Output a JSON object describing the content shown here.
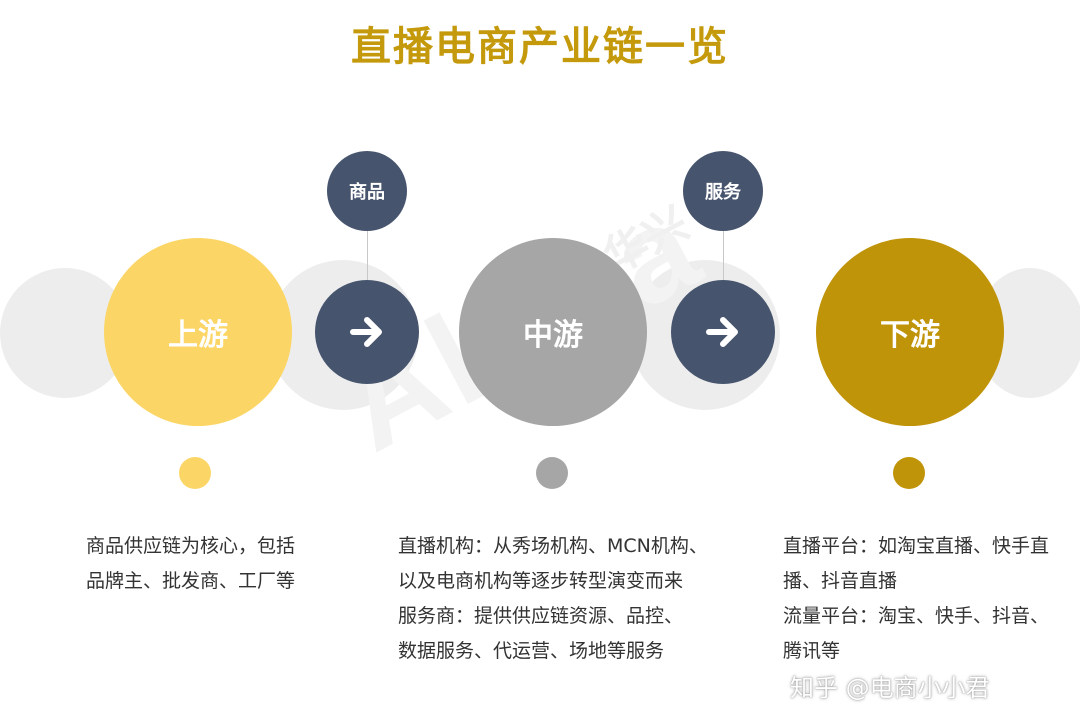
{
  "title": "直播电商产业链一览",
  "watermark": "Alpha",
  "watermark_cn": "华兴",
  "colors": {
    "title": "#c49a0c",
    "upstream": "#fbd667",
    "midstream": "#a6a6a6",
    "downstream": "#c09408",
    "connector": "#46546d"
  },
  "stages": {
    "upstream": {
      "label": "上游",
      "lines": [
        "商品供应链为核心，包括",
        "品牌主、批发商、工厂等"
      ]
    },
    "midstream": {
      "label": "中游",
      "lines": [
        "直播机构：从秀场机构、MCN机构、",
        "以及电商机构等逐步转型演变而来",
        "服务商：提供供应链资源、品控、",
        "数据服务、代运营、场地等服务"
      ]
    },
    "downstream": {
      "label": "下游",
      "lines": [
        "直播平台：如淘宝直播、快手直",
        "播、抖音直播",
        "流量平台：淘宝、快手、抖音、",
        "腾讯等"
      ]
    }
  },
  "connectors": [
    {
      "tag": "商品",
      "icon": "arrow-right-icon"
    },
    {
      "tag": "服务",
      "icon": "arrow-right-icon"
    }
  ],
  "credit": "知乎 @电商小小君"
}
